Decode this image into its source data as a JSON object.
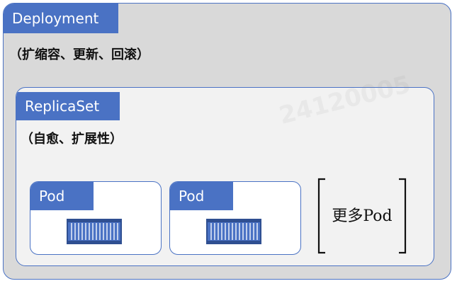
{
  "deployment": {
    "label": "Deployment",
    "note": "（扩缩容、更新、回滚）"
  },
  "replicaset": {
    "label": "ReplicaSet",
    "note": "（自愈、扩展性）"
  },
  "pods": [
    {
      "label": "Pod",
      "icon": "container-icon"
    },
    {
      "label": "Pod",
      "icon": "container-icon"
    }
  ],
  "more_pods": {
    "label": "更多Pod"
  },
  "watermark": "24120005",
  "colors": {
    "accent": "#4a72c4",
    "deployment_bg": "#d9d9d9",
    "replicaset_bg": "#f2f2f2",
    "pod_bg": "#ffffff"
  }
}
